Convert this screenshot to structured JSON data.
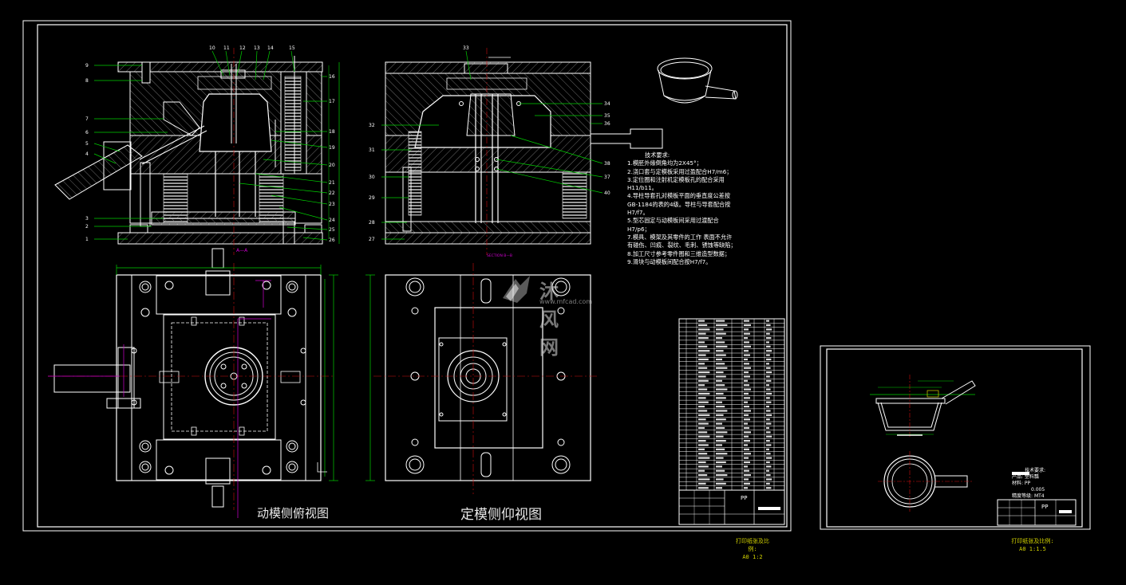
{
  "views": {
    "moving_half_label": "动模侧俯视图",
    "fixed_half_label": "定模侧仰视图",
    "section_aa": "A—A",
    "section_bb": "SECTION B—B"
  },
  "tech_notes": {
    "title": "技术要求:",
    "lines": [
      "1.模胚外缘倒角均为2X45°；",
      "2.浇口套与定模板采用过盈配合H7/m6；",
      "3.定位圈和注射机定模板孔的配合采用",
      "H11/b11。",
      "4.导柱导套孔对模板平面的垂直度公差按",
      "GB-1184的表的4级。导柱与导套配合按",
      "H7/f7。",
      "5.型芯固定与动模板间采用过渡配合",
      "H7/p6；",
      "7.模具、模架及其零件的工作 表面不允许",
      "有碰伤、凹痕、裂纹、毛刺、锈蚀等缺陷；",
      "8.加工尺寸参考零件图和三维造型数据；",
      "9.滑块与动模板间配合按H7/f7。"
    ]
  },
  "part_drawing": {
    "notes_title": "技术要求:",
    "product": "产品: 塑料瓢",
    "material": "材料: PP",
    "shrink": "0.005",
    "precision_label": "精度等级:",
    "precision": "MT4"
  },
  "title_blocks": {
    "main_material": "PP",
    "part_material": "PP"
  },
  "print_notes": {
    "main_label": "打印纸张及比例:",
    "main_scale": "A0  1:2",
    "part_label": "打印纸张及比例:",
    "part_scale": "A0  1:1.5"
  },
  "watermark": {
    "text": "沐风网",
    "url": "www.mfcad.com"
  },
  "balloons_left": [
    "9",
    "8",
    "7",
    "6",
    "5",
    "4",
    "3",
    "2",
    "1"
  ],
  "balloons_top_left": [
    "10",
    "11",
    "12",
    "13",
    "14",
    "15"
  ],
  "balloons_right_a": [
    "16",
    "17",
    "18",
    "19",
    "20",
    "21",
    "22",
    "23",
    "24",
    "25",
    "26"
  ],
  "balloons_b_left": [
    "32",
    "31",
    "30",
    "29",
    "28",
    "27"
  ],
  "balloons_b_right": [
    "33",
    "34",
    "35",
    "36",
    "38",
    "37",
    "40"
  ],
  "colors": {
    "outline": "#ffffff",
    "hatch": "#9a9a9a",
    "leader": "#00d000",
    "center": "#d01010",
    "dimension": "#d000d0",
    "cyan": "#00d0d0",
    "yellow": "#d4d400"
  }
}
